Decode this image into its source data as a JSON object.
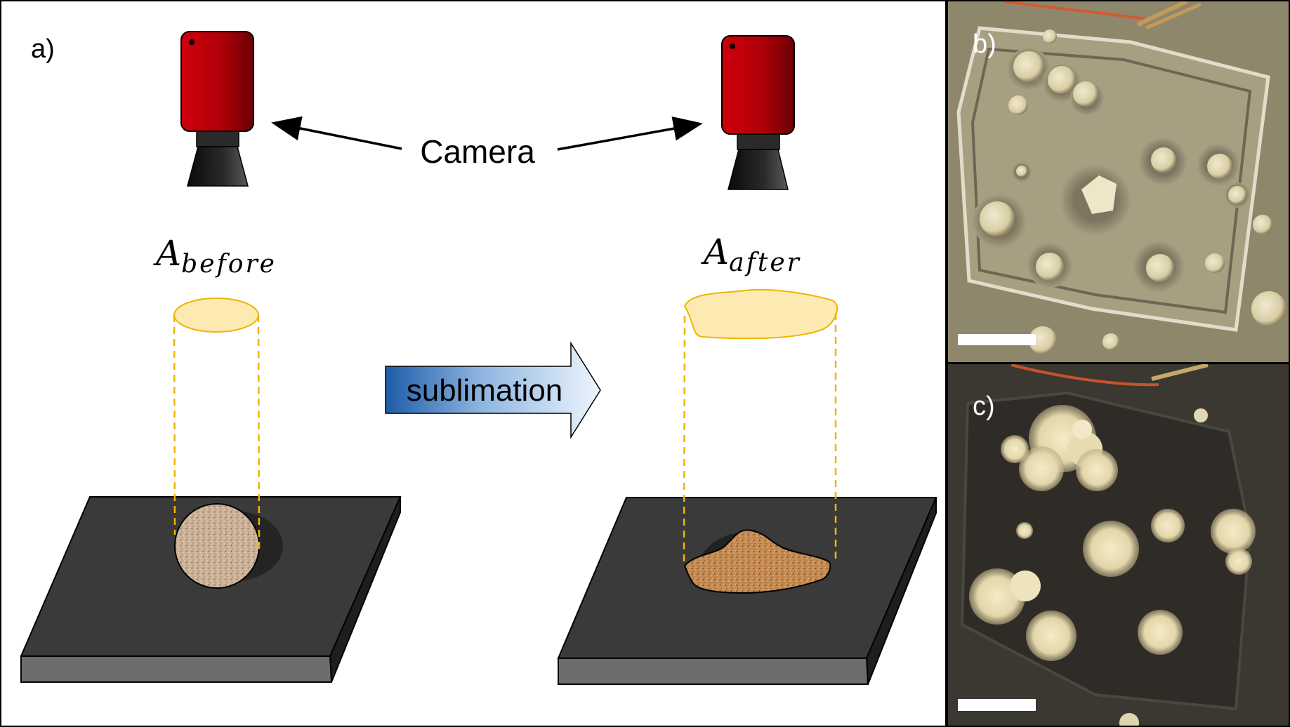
{
  "panels": {
    "a": {
      "label": "a)"
    },
    "b": {
      "label": "b)"
    },
    "c": {
      "label": "c)"
    }
  },
  "camera_label": "Camera",
  "process_label": "sublimation",
  "area_before": {
    "symbol": "A",
    "subscript": "before"
  },
  "area_after": {
    "symbol": "A",
    "subscript": "after"
  },
  "colors": {
    "camera_body": "#c0000a",
    "camera_lens": "#1a1a1a",
    "platform_top": "#3a3a3a",
    "platform_side": "#6e6d6d",
    "projection_line": "#f0b400",
    "area_fill": "#fde9b2",
    "sample": "#c08a5a",
    "arrow_gradient_start": "#1f5ca8",
    "arrow_gradient_end": "#e8f1fb",
    "photo_b_bg": "#b2a88a",
    "photo_c_bg": "#2f2c28",
    "deposit": "#e6dcb4"
  },
  "icons": [
    "camera-icon",
    "double-headed-arrow-icon",
    "process-arrow-icon"
  ]
}
